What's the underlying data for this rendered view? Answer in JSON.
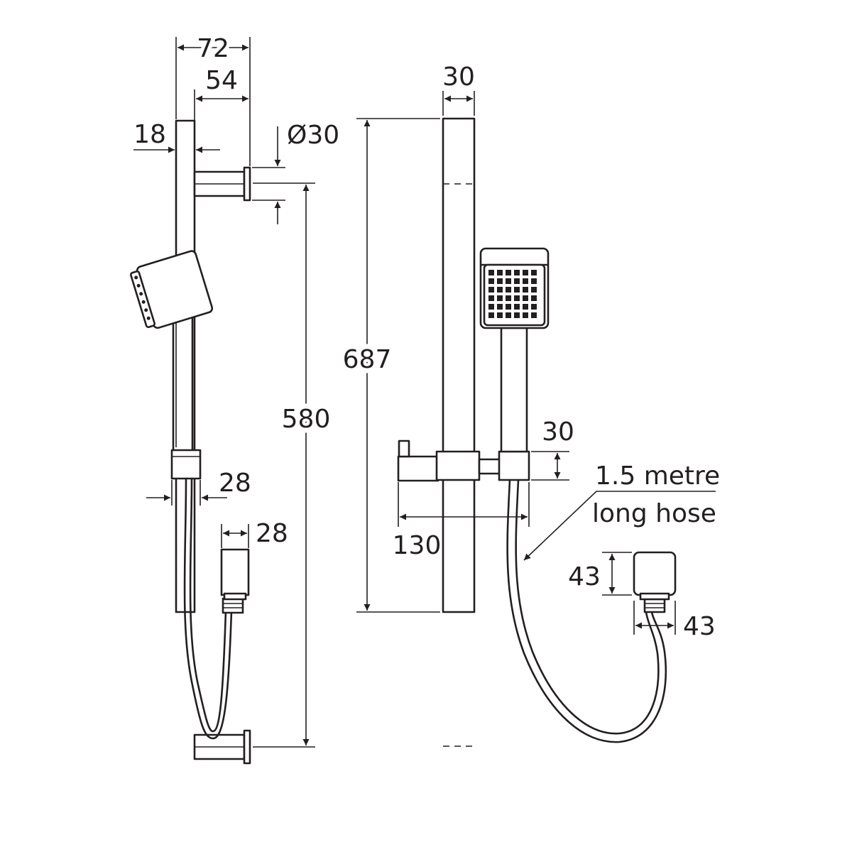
{
  "dimensions": {
    "side_total_width": "72",
    "side_arm_length": "54",
    "side_rail_width": "18",
    "side_bracket_diameter": "Ø30",
    "side_bracket_centres": "580",
    "side_holder_width": "28",
    "side_outlet_width": "28",
    "front_rail_height": "687",
    "front_rail_width": "30",
    "front_holder_height": "30",
    "front_holder_reach": "130",
    "front_outlet_height": "43",
    "front_outlet_width": "43"
  },
  "annotations": {
    "hose_line_1": "1.5 metre",
    "hose_line_2": "long hose"
  },
  "colors": {
    "line": "#231f20",
    "background": "#ffffff"
  }
}
